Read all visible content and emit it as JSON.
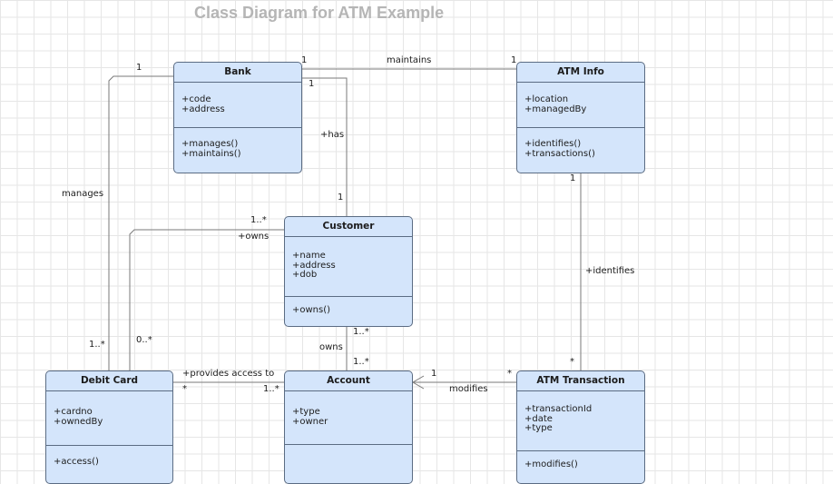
{
  "title": "Class Diagram for ATM Example",
  "classes": {
    "bank": {
      "name": "Bank",
      "attributes": [
        "+code",
        "+address"
      ],
      "operations": [
        "+manages()",
        "+maintains()"
      ]
    },
    "atm_info": {
      "name": "ATM Info",
      "attributes": [
        "+location",
        "+managedBy"
      ],
      "operations": [
        "+identifies()",
        "+transactions()"
      ]
    },
    "customer": {
      "name": "Customer",
      "attributes": [
        "+name",
        "+address",
        "+dob"
      ],
      "operations": [
        "+owns()"
      ]
    },
    "debit_card": {
      "name": "Debit Card",
      "attributes": [
        "+cardno",
        "+ownedBy"
      ],
      "operations": [
        "+access()"
      ]
    },
    "account": {
      "name": "Account",
      "attributes": [
        "+type",
        "+owner"
      ],
      "operations": []
    },
    "atm_transaction": {
      "name": "ATM Transaction",
      "attributes": [
        "+transactionId",
        "+date",
        "+type"
      ],
      "operations": [
        "+modifies()"
      ]
    }
  },
  "associations": {
    "bank_atm": {
      "label": "maintains",
      "left": "1",
      "right": "1"
    },
    "bank_customer": {
      "label": "+has",
      "top": "1",
      "bottom": "1"
    },
    "bank_card": {
      "label": "manages",
      "top": "1",
      "bottom": "1..*"
    },
    "customer_card": {
      "label": "+owns",
      "top": "1..*",
      "bottom": "0..*"
    },
    "customer_account": {
      "label": "owns",
      "top": "1..*",
      "bottom": "1..*"
    },
    "atm_transaction": {
      "label": "+identifies",
      "top": "1",
      "bottom": "*"
    },
    "card_account": {
      "label": "+provides access to",
      "left": "*",
      "right": "1..*"
    },
    "transaction_account": {
      "label": "modifies",
      "left": "1",
      "right": "*"
    }
  }
}
